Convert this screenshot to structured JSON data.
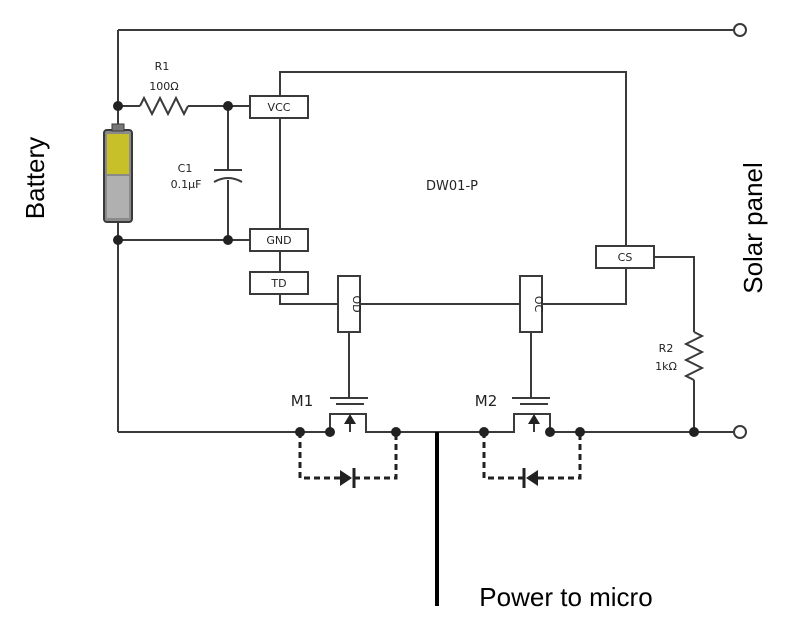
{
  "labels": {
    "battery": "Battery",
    "solar": "Solar panel",
    "power": "Power to micro",
    "ic": "DW01-P",
    "r1_name": "R1",
    "r1_value": "100Ω",
    "c1_name": "C1",
    "c1_value": "0.1μF",
    "r2_name": "R2",
    "r2_value": "1kΩ",
    "m1": "M1",
    "m2": "M2",
    "pin_vcc": "VCC",
    "pin_gnd": "GND",
    "pin_td": "TD",
    "pin_cs": "CS",
    "pin_od": "OD",
    "pin_oc": "OC"
  }
}
